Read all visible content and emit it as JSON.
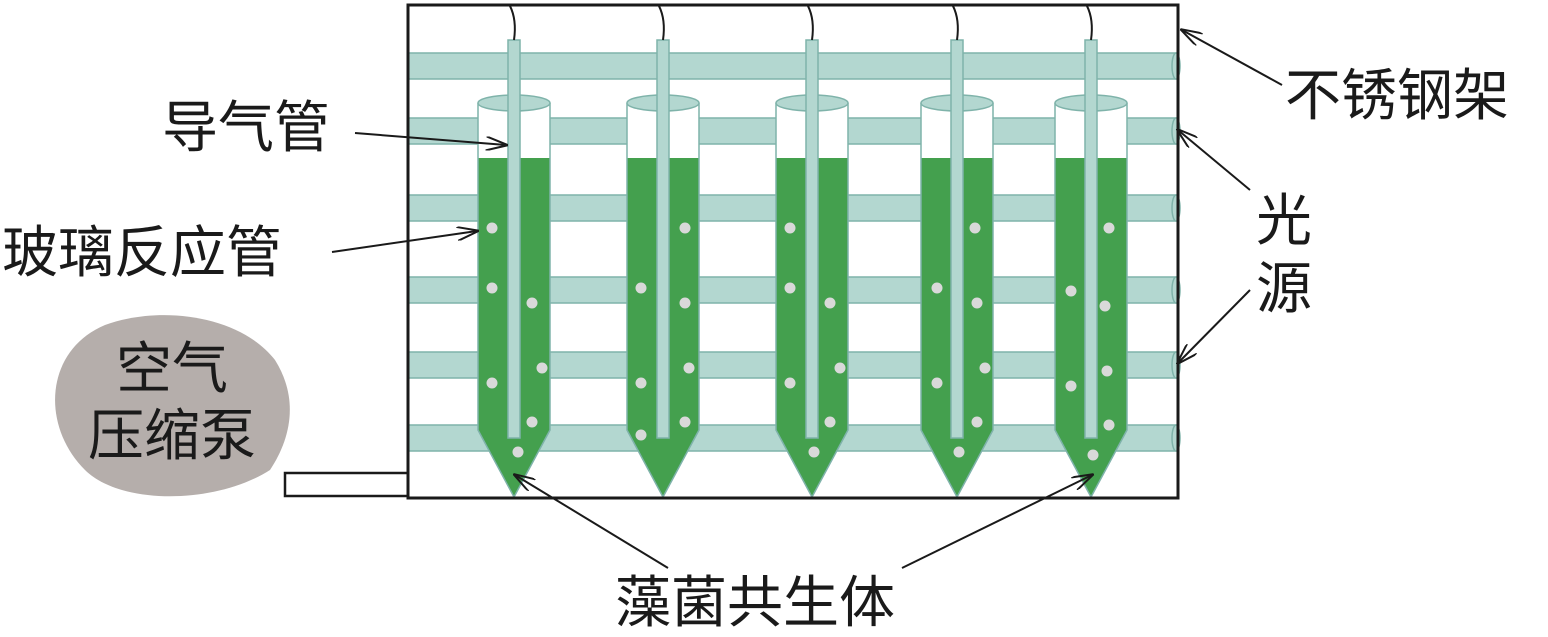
{
  "labels": {
    "gas_tube": "导气管",
    "glass_reactor": "玻璃反应管",
    "pump_line1": "空气",
    "pump_line2": "压缩泵",
    "frame": "不锈钢架",
    "light_char1": "光",
    "light_char2": "源",
    "symbiont": "藻菌共生体"
  },
  "colors": {
    "rod": "#b3d7d0",
    "rod_stroke": "#7fb3aa",
    "algae": "#44a04e",
    "bubble": "#d9d9d9",
    "pump": "#b5aeab",
    "outline": "#1a1a1a"
  }
}
